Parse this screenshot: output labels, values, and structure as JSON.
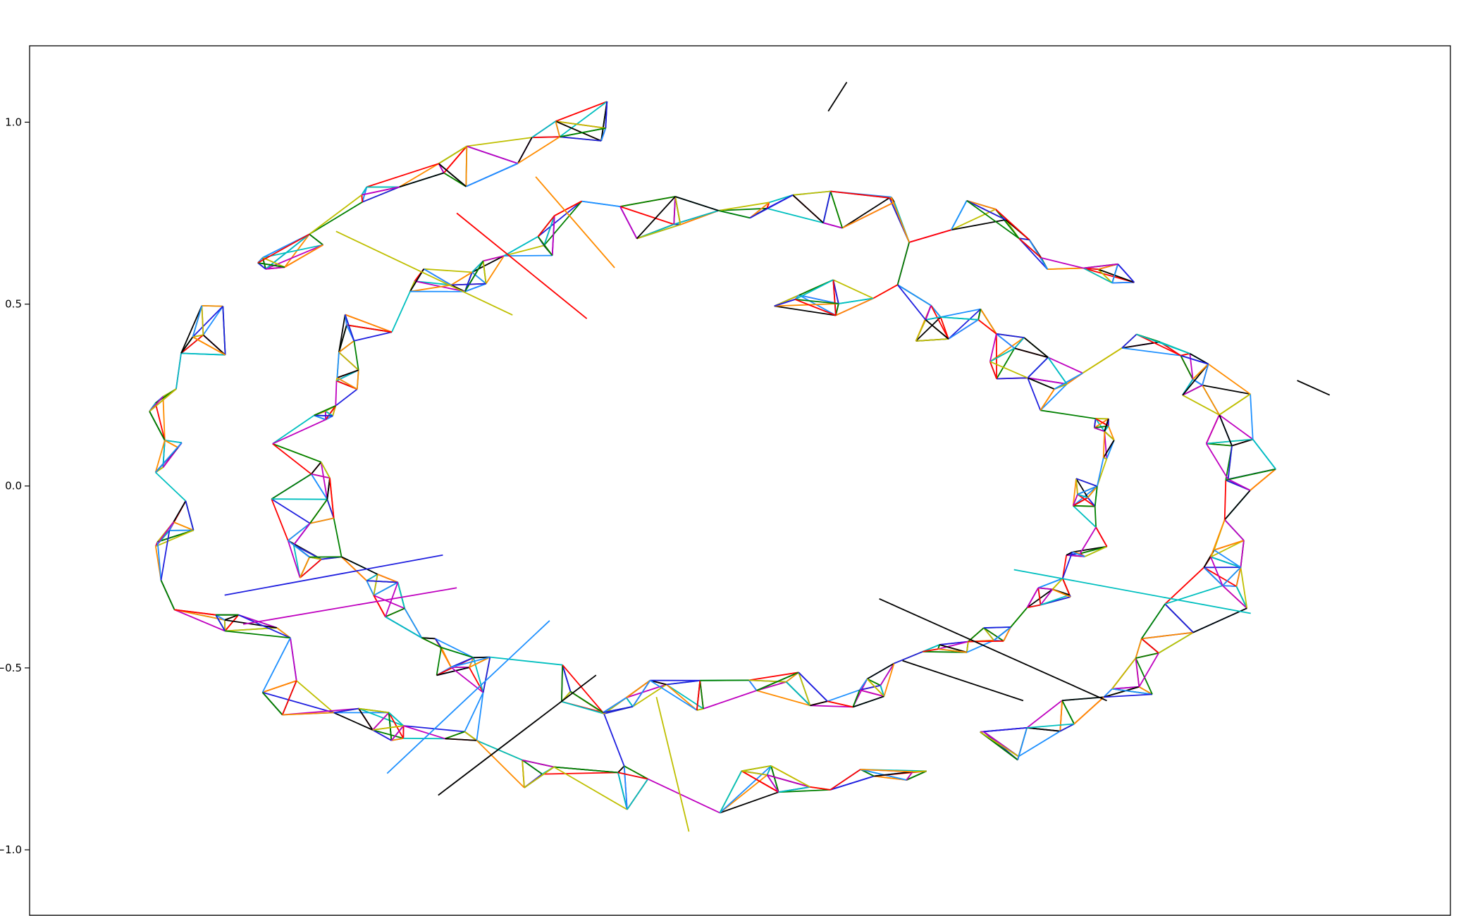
{
  "chart_data": {
    "type": "line",
    "title": "",
    "xlabel": "",
    "ylabel": "",
    "grid": false,
    "legend": "none",
    "xlim": [
      -1.54,
      1.52
    ],
    "ylim": [
      -1.18,
      1.21
    ],
    "y_ticks": [
      1.0,
      0.5,
      0.0,
      -0.5,
      -1.0
    ],
    "y_tick_labels": [
      "1.0",
      "0.5",
      "0.0",
      "−0.5",
      "−1.0"
    ],
    "x_ticks_visible": false,
    "description_of_marks": "kNN graph edges connecting points sampled along an Archimedean spiral curve (outer ring center approx (-0.05,0.0), inner ring); edges colored by cycling palette",
    "curve": {
      "turns_start_angle_deg": 180,
      "outer_radius_x": 1.32,
      "outer_radius_y": 0.98,
      "inner_radius_x": 0.72,
      "inner_radius_y": 0.5,
      "center_x": -0.02,
      "center_y": 0.03
    },
    "edge_colors": [
      "#1f1fdf",
      "#008000",
      "#ff0000",
      "#00bfbf",
      "#bf00bf",
      "#bfbf00",
      "#000000",
      "#ff8c00",
      "#1e90ff"
    ],
    "long_edges": [
      {
        "x": [
          -1.12,
          -0.65
        ],
        "y": [
          -0.3,
          -0.19
        ],
        "color": "#1f1fdf"
      },
      {
        "x": [
          -1.08,
          -0.62
        ],
        "y": [
          -0.38,
          -0.28
        ],
        "color": "#bf00bf"
      },
      {
        "x": [
          -0.45,
          -0.28
        ],
        "y": [
          0.85,
          0.6
        ],
        "color": "#ff8c00"
      },
      {
        "x": [
          -0.62,
          -0.34
        ],
        "y": [
          0.75,
          0.46
        ],
        "color": "#ff0000"
      },
      {
        "x": [
          -0.88,
          -0.5
        ],
        "y": [
          0.7,
          0.47
        ],
        "color": "#bfbf00"
      },
      {
        "x": [
          0.58,
          1.09
        ],
        "y": [
          -0.23,
          -0.35
        ],
        "color": "#00bfbf"
      },
      {
        "x": [
          0.29,
          0.78
        ],
        "y": [
          -0.31,
          -0.59
        ],
        "color": "#000000"
      },
      {
        "x": [
          -0.77,
          -0.42
        ],
        "y": [
          -0.79,
          -0.37
        ],
        "color": "#1e90ff"
      },
      {
        "x": [
          -0.66,
          -0.32
        ],
        "y": [
          -0.85,
          -0.52
        ],
        "color": "#000000"
      },
      {
        "x": [
          -0.19,
          -0.12
        ],
        "y": [
          -0.58,
          -0.95
        ],
        "color": "#bfbf00"
      },
      {
        "x": [
          0.34,
          0.6
        ],
        "y": [
          -0.48,
          -0.59
        ],
        "color": "#000000"
      },
      {
        "x": [
          1.19,
          1.26
        ],
        "y": [
          0.29,
          0.25
        ],
        "color": "#000000"
      },
      {
        "x": [
          0.18,
          0.22
        ],
        "y": [
          1.03,
          1.11
        ],
        "color": "#000000"
      }
    ]
  }
}
